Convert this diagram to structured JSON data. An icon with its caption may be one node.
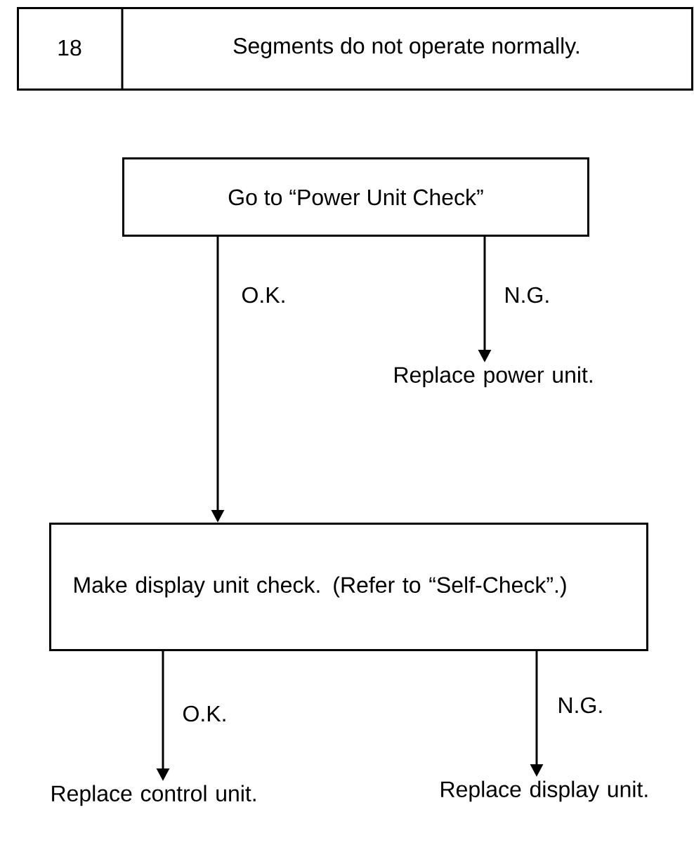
{
  "diagram": {
    "nodes": [
      {
        "text": [
          "18",
          "Segments do not operate normally."
        ]
      },
      {
        "text": [
          "Go to “Power Unit Check”"
        ]
      },
      {
        "text": [
          "Replace power unit."
        ]
      },
      {
        "text": [
          "Make display unit check. (Refer to “Self-Check”.)"
        ]
      },
      {
        "text": [
          "Replace control unit."
        ]
      },
      {
        "text": [
          "Replace display unit."
        ]
      }
    ],
    "edges": [
      {
        "from": 1,
        "to": 3,
        "arrow": "to",
        "label": "O.K."
      },
      {
        "from": 1,
        "to": 2,
        "arrow": "to",
        "label": "N.G."
      },
      {
        "from": 3,
        "to": 4,
        "arrow": "to",
        "label": "O.K."
      },
      {
        "from": 3,
        "to": 5,
        "arrow": "to",
        "label": "N.G."
      }
    ]
  }
}
